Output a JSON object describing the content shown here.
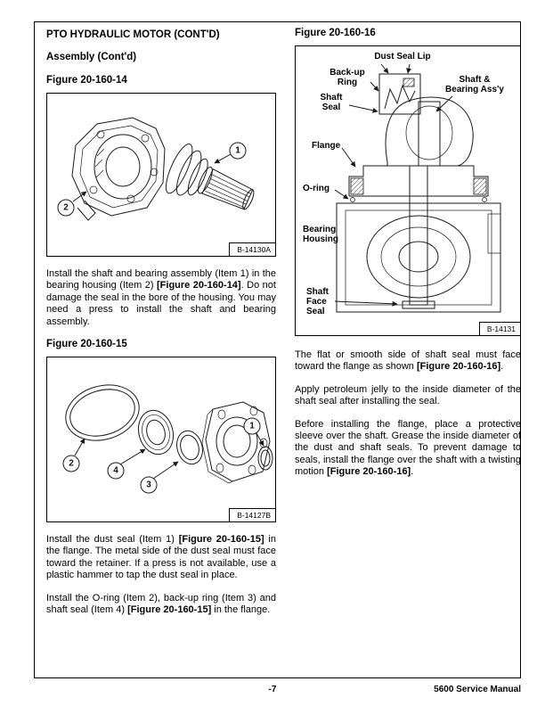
{
  "page": {
    "heading": "PTO HYDRAULIC MOTOR (CONT'D)",
    "subheading": "Assembly (Cont'd)",
    "footer": {
      "page_number": "-7",
      "manual_name": "5600 Service Manual"
    }
  },
  "figures": {
    "fig14": {
      "title": "Figure 20-160-14",
      "ref": "B-14130A",
      "callout1": "1",
      "callout2": "2"
    },
    "fig15": {
      "title": "Figure 20-160-15",
      "ref": "B-14127B",
      "callout1": "1",
      "callout2": "2",
      "callout3": "3",
      "callout4": "4"
    },
    "fig16": {
      "title": "Figure 20-160-16",
      "ref": "B-14131",
      "labels": {
        "dust_seal_lip": "Dust Seal Lip",
        "back_up_ring": "Back-up Ring",
        "shaft_bearing_assy": "Shaft & Bearing Ass'y",
        "shaft_seal": "Shaft Seal",
        "flange": "Flange",
        "o_ring": "O-ring",
        "bearing_housing": "Bearing Housing",
        "shaft_face_seal": "Shaft Face Seal"
      }
    }
  },
  "paragraphs": {
    "left1": {
      "s1": "Install the shaft and bearing assembly (Item 1) in the bearing housing (Item 2) ",
      "bold": "[Figure 20-160-14]",
      "s2": ". Do not damage the seal in the bore of the housing. You may need a press to install the shaft and bearing assembly."
    },
    "left2": {
      "s1": "Install the dust seal (Item 1) ",
      "bold": "[Figure 20-160-15]",
      "s2": " in the flange. The metal side of the dust seal must face toward the retainer. If a press is not available, use a plastic hammer to tap the dust seal in place."
    },
    "left3": {
      "s1": "Install the O-ring (Item 2), back-up ring (Item 3) and shaft seal (Item 4) ",
      "bold": "[Figure 20-160-15]",
      "s2": " in the flange."
    },
    "right1": {
      "s1": "The flat or smooth side of shaft seal must face toward the flange as shown ",
      "bold": "[Figure 20-160-16]",
      "s2": "."
    },
    "right2": {
      "s1": "Apply petroleum jelly to the inside diameter of the shaft seal after installing the seal.",
      "bold": "",
      "s2": ""
    },
    "right3": {
      "s1": "Before installing the flange, place a protective sleeve over the shaft. Grease the inside diameter of the dust and shaft seals. To prevent damage to seals, install the flange over the shaft with a twisting motion ",
      "bold": "[Figure 20-160-16]",
      "s2": "."
    }
  }
}
